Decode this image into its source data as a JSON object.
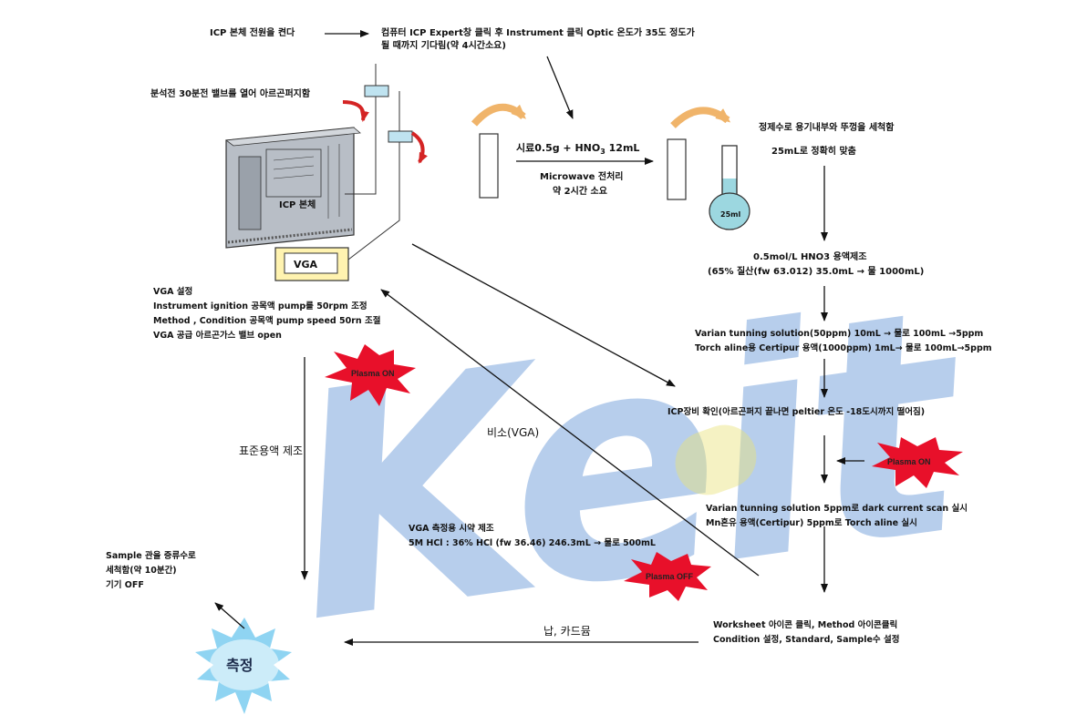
{
  "watermark": {
    "text": "Keit",
    "color_blue": "#7ea7dd",
    "color_yellow": "#e9e37a"
  },
  "colors": {
    "arrow": "#111111",
    "red_arrow": "#d42424",
    "orange_arrow": "#f0b46a",
    "starburst": "#e8102a",
    "machine": "#b8bec6",
    "vga": "#fff3b0",
    "sun": "#8fd4f2",
    "flask": "#9cd7e0"
  },
  "texts": {
    "step_power": "ICP 본체 전원을 켠다",
    "step_expert_1": "컴퓨터 ICP Expert창 클릭 후 Instrument 클릭 Optic 온도가 35도 정도가",
    "step_expert_2": "될 때까지 기다림(약 4시간소요)",
    "step_valve": "분석전 30분전 밸브를 열어 아르곤퍼지함",
    "icp_body": "ICP 본체",
    "vga_box": "VGA",
    "sample_reagent_prefix": "시료0.5g + HNO",
    "sample_reagent_sub": "3",
    "sample_reagent_suffix": " 12mL",
    "microwave_1": "Microwave 전처리",
    "microwave_2": "약 2시간 소요",
    "rinse_1": "정제수로 용기내부와 뚜껑을 세척함",
    "rinse_2": "25mL로 정확히 맞춤",
    "flask_label": "25ml",
    "hno3_1": "0.5mol/L HNO3 용액제조",
    "hno3_2": "(65% 질산(fw 63.012)  35.0mL → 물 1000mL)",
    "varian_1": "Varian tunning solution(50ppm) 10mL → 물로 100mL →5ppm",
    "varian_2": "Torch aline용  Certipur 용액(1000ppm) 1mL→ 물로 100mL→5ppm",
    "vga_set_1": "VGA 설정",
    "vga_set_2": "Instrument ignition 공목액 pump를 50rpm 조정",
    "vga_set_3": "Method , Condition 공목액 pump speed 50rn 조절",
    "vga_set_4": "VGA 공급 아르곤가스 밸브 open",
    "plasma_on_1": "Plasma ON",
    "plasma_on_2": "Plasma ON",
    "plasma_off": "Plasma OFF",
    "icp_check": "ICP장비 확인(아르곤퍼지 끝나면 peltier 온도 -18도시까지 떨어짐)",
    "standard_prep": "표준용액 제조",
    "arsenic": "비소(VGA)",
    "tune_1": "Varian tunning solution 5ppm로  dark current scan 실시",
    "tune_2": "Mn혼유 용액(Certipur) 5ppm로 Torch aline 실시",
    "vga_reagent_1": "VGA 측정용 시약 제조",
    "vga_reagent_2": "5M HCl : 36% HCl (fw 36.46) 246.3mL → 물로 500mL",
    "sample_wash_1": "Sample 관을 증류수로",
    "sample_wash_2": " 세척함(약 10분간)",
    "sample_wash_3": "기기 OFF",
    "lead_cd": "납, 카드뮴",
    "worksheet_1": "Worksheet 아이콘 클릭, Method 아이콘클릭",
    "worksheet_2": "Condition 설정, Standard, Sample수 설정",
    "measure": "측정"
  }
}
